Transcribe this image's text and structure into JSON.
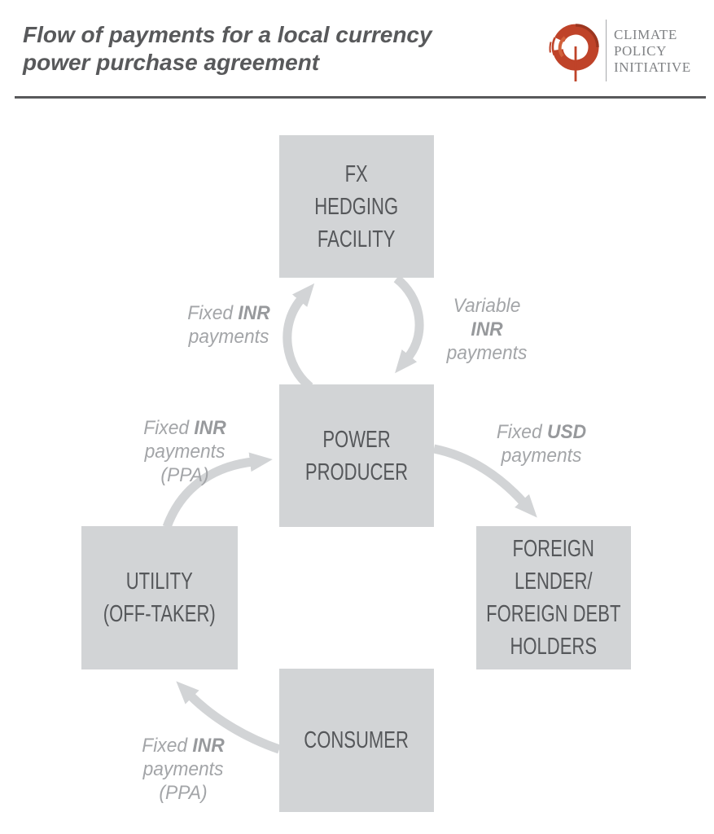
{
  "header": {
    "title_line1": "Flow of payments for a local currency",
    "title_line2": "power purchase agreement",
    "logo": {
      "name_line1": "CLIMATE",
      "name_line2": "POLICY",
      "name_line3": "INITIATIVE"
    }
  },
  "icons": {
    "logo": "cpi-spiral-icon"
  },
  "colors": {
    "title_text": "#58595b",
    "divider": "#58595b",
    "box_fill": "#d2d4d6",
    "box_text": "#55575a",
    "arrow": "#d2d4d6",
    "label_text": "#a3a5a8",
    "logo_red": "#bf4329",
    "logo_text": "#7f8184"
  },
  "nodes": {
    "fx_hedging_facility": {
      "lines": [
        "FX",
        "HEDGING",
        "FACILITY"
      ]
    },
    "power_producer": {
      "lines": [
        "POWER",
        "PRODUCER"
      ]
    },
    "utility": {
      "lines": [
        "UTILITY",
        "(OFF-TAKER)"
      ]
    },
    "foreign_lender": {
      "lines": [
        "FOREIGN",
        "LENDER/",
        "FOREIGN DEBT",
        "HOLDERS"
      ]
    },
    "consumer": {
      "lines": [
        "CONSUMER"
      ]
    }
  },
  "arrow_labels": {
    "producer_to_fx": {
      "l1_pre": "Fixed ",
      "l1_bold": "INR",
      "l2": "payments"
    },
    "fx_to_producer": {
      "l1": "Variable",
      "l2_bold": "INR",
      "l3": "payments"
    },
    "producer_to_foreign": {
      "l1_pre": "Fixed ",
      "l1_bold": "USD",
      "l2": "payments"
    },
    "utility_to_producer": {
      "l1_pre": "Fixed ",
      "l1_bold": "INR",
      "l2": "payments",
      "l3": "(PPA)"
    },
    "consumer_to_utility": {
      "l1_pre": "Fixed ",
      "l1_bold": "INR",
      "l2": "payments",
      "l3": "(PPA)"
    }
  }
}
